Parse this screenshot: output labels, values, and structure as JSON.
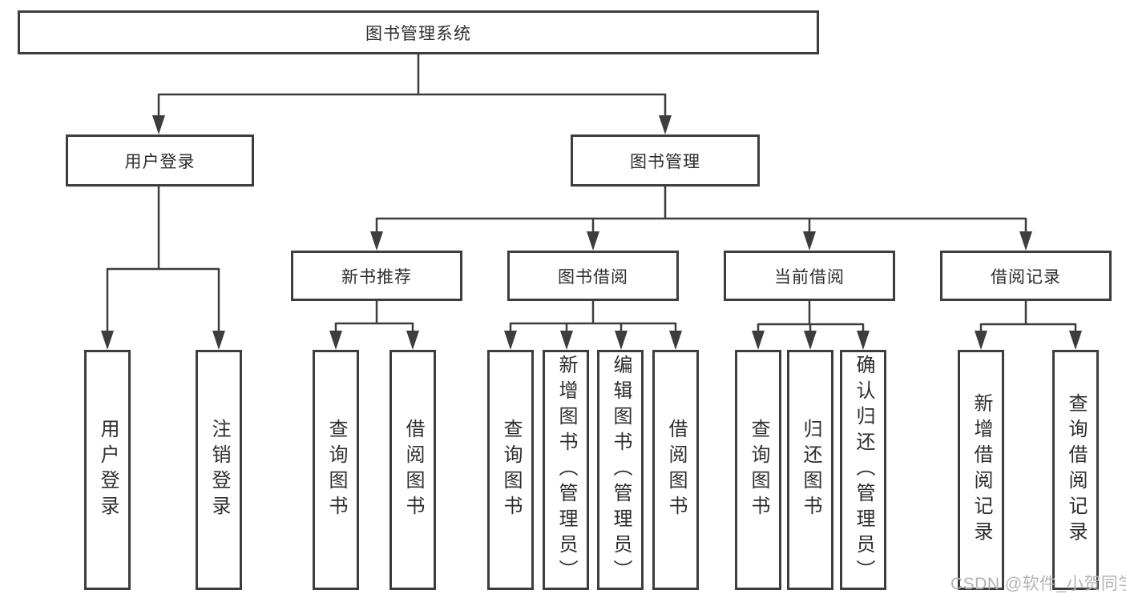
{
  "diagram_type": "hierarchy-tree",
  "colors": {
    "line": "#3d3d3d",
    "box_border": "#3d3d3d",
    "text": "#2d2d2d",
    "watermark": "#b3b3b3",
    "background": "#ffffff"
  },
  "tree": {
    "label": "图书管理系统",
    "children": [
      {
        "label": "用户登录",
        "children": [
          {
            "label": "用户登录"
          },
          {
            "label": "注销登录"
          }
        ]
      },
      {
        "label": "图书管理",
        "children": [
          {
            "label": "新书推荐",
            "children": [
              {
                "label": "查询图书"
              },
              {
                "label": "借阅图书"
              }
            ]
          },
          {
            "label": "图书借阅",
            "children": [
              {
                "label": "查询图书"
              },
              {
                "label": "新增图书（管理员）"
              },
              {
                "label": "编辑图书（管理员）"
              },
              {
                "label": "借阅图书"
              }
            ]
          },
          {
            "label": "当前借阅",
            "children": [
              {
                "label": "查询图书"
              },
              {
                "label": "归还图书"
              },
              {
                "label": "确认归还（管理员）"
              }
            ]
          },
          {
            "label": "借阅记录",
            "children": [
              {
                "label": "新增借阅记录"
              },
              {
                "label": "查询借阅记录"
              }
            ]
          }
        ]
      }
    ]
  },
  "watermark": {
    "text": "CSDN @软件_小贺同学"
  }
}
